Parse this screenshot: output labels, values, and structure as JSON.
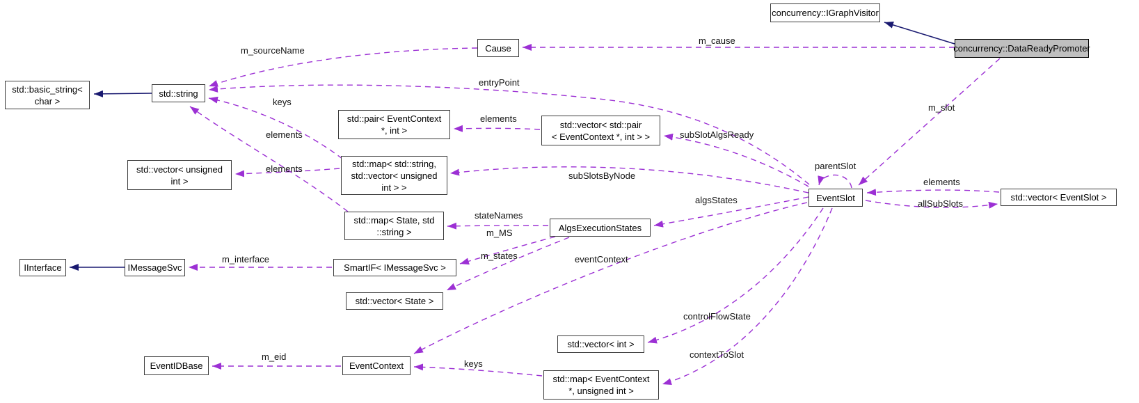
{
  "diagram": {
    "kind": "collaboration-graph",
    "main_class": "concurrency::DataReadyPromoter",
    "colors": {
      "usage_edge": "#9c30d4",
      "inheritance_edge": "#191970",
      "node_border": "#3c3c3c",
      "node_fill": "#ffffff",
      "main_node_fill": "#bfbfbf"
    },
    "nodes": {
      "igraph_visitor": {
        "label": "concurrency::IGraphVisitor"
      },
      "data_ready_promoter": {
        "label": "concurrency::DataReadyPromoter"
      },
      "cause": {
        "label": "Cause"
      },
      "basic_string": {
        "label": "std::basic_string<\nchar >"
      },
      "std_string": {
        "label": "std::string"
      },
      "pair_eventcontext_int": {
        "label": "std::pair< EventContext\n*, int >"
      },
      "vector_pair": {
        "label": "std::vector< std::pair\n< EventContext *, int > >"
      },
      "vector_unsigned": {
        "label": "std::vector< unsigned\nint >"
      },
      "map_string_vector": {
        "label": "std::map< std::string,\nstd::vector< unsigned\nint > >"
      },
      "map_state_string": {
        "label": "std::map< State, std\n::string >"
      },
      "algs_execution_states": {
        "label": "AlgsExecutionStates"
      },
      "iinterface": {
        "label": "IInterface"
      },
      "imessagesvc": {
        "label": "IMessageSvc"
      },
      "smartif": {
        "label": "SmartIF< IMessageSvc >"
      },
      "vector_state": {
        "label": "std::vector< State >"
      },
      "event_id_base": {
        "label": "EventIDBase"
      },
      "event_context": {
        "label": "EventContext"
      },
      "vector_int": {
        "label": "std::vector< int >"
      },
      "map_eventcontext_unsigned": {
        "label": "std::map< EventContext\n*, unsigned int >"
      },
      "event_slot": {
        "label": "EventSlot"
      },
      "vector_eventslot": {
        "label": "std::vector< EventSlot >"
      }
    },
    "edge_labels": {
      "m_sourceName": "m_sourceName",
      "m_cause": "m_cause",
      "entryPoint": "entryPoint",
      "keys_top": "keys",
      "elements_pair": "elements",
      "elements_state_string": "elements",
      "subSlotAlgsReady": "subSlotAlgsReady",
      "elements_unsigned": "elements",
      "subSlotsByNode": "subSlotsByNode",
      "parentSlot": "parentSlot",
      "m_slot": "m_slot",
      "elements_eventslot": "elements",
      "allSubSlots": "allSubSlots",
      "algsStates": "algsStates",
      "stateNames": "stateNames",
      "m_MS": "m_MS",
      "m_interface": "m_interface",
      "m_states": "m_states",
      "eventContext": "eventContext",
      "controlFlowState": "controlFlowState",
      "contextToSlot": "contextToSlot",
      "m_eid": "m_eid",
      "keys_bottom": "keys"
    }
  }
}
